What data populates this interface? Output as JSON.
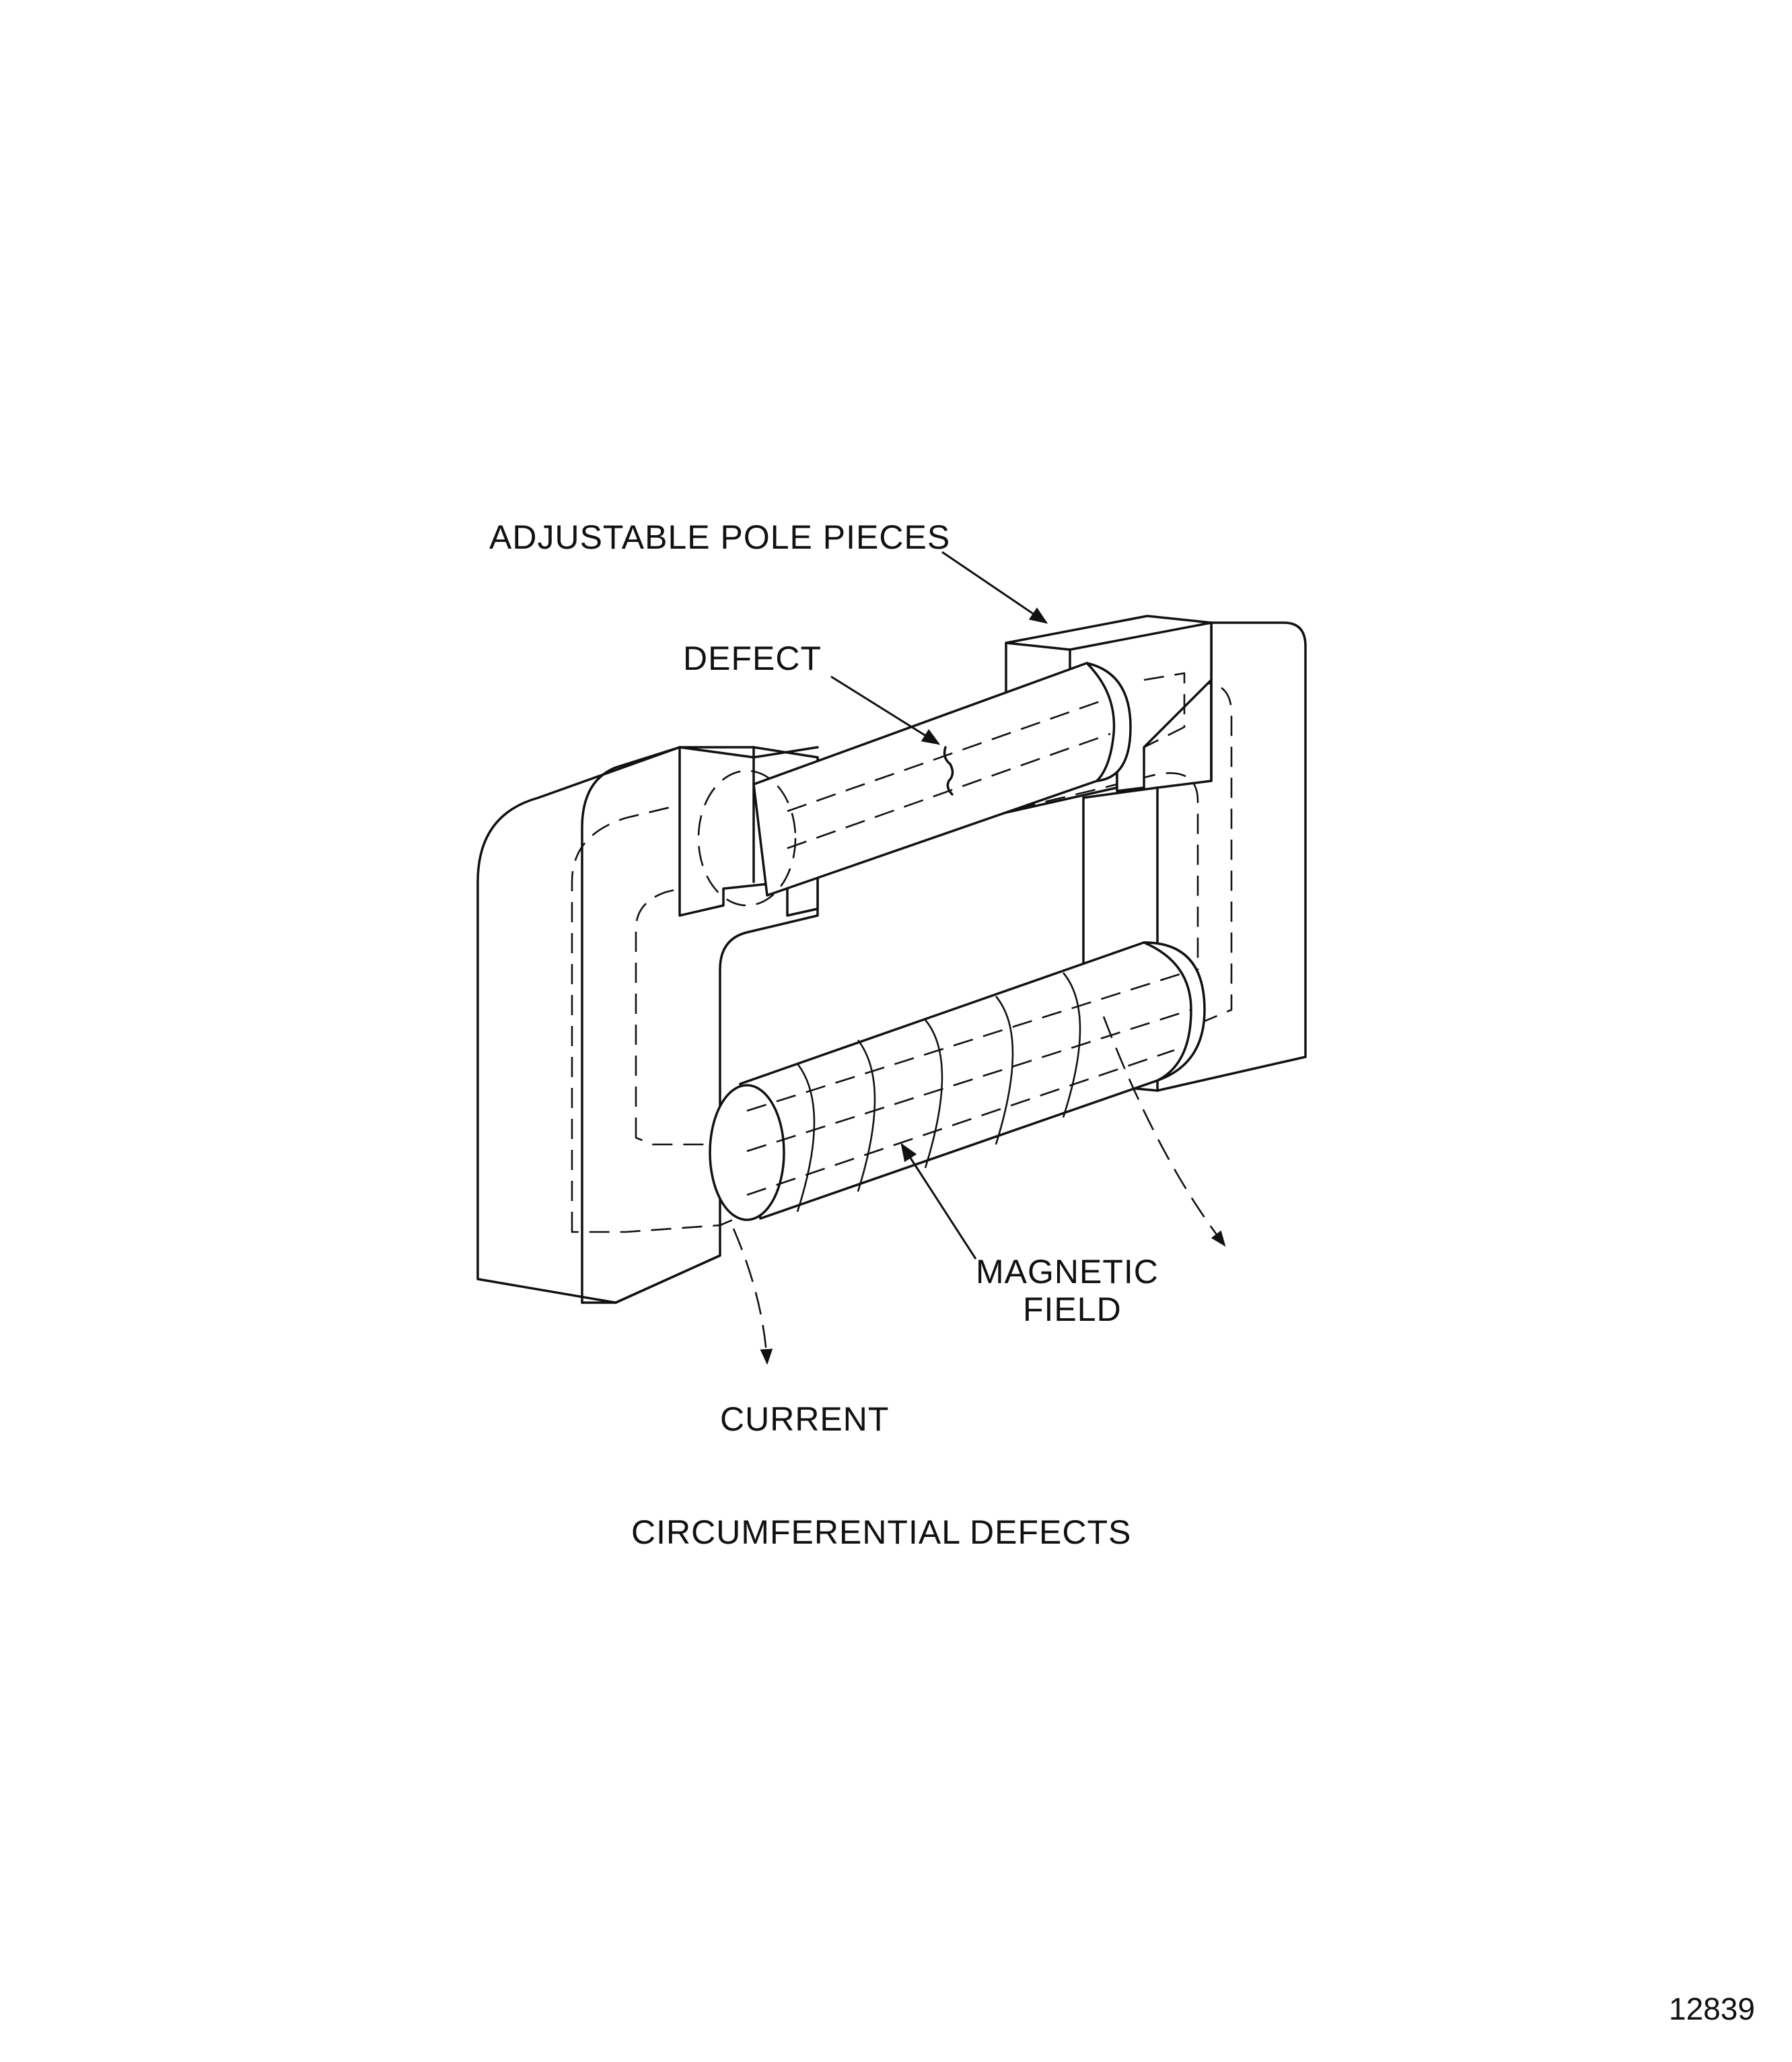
{
  "figure": {
    "labels": {
      "adjustable_pole_pieces": "ADJUSTABLE POLE PIECES",
      "defect": "DEFECT",
      "magnetic_field_line1": "MAGNETIC",
      "magnetic_field_line2": "FIELD",
      "current": "CURRENT"
    },
    "caption": "CIRCUMFERENTIAL DEFECTS",
    "figure_number": "12839"
  }
}
